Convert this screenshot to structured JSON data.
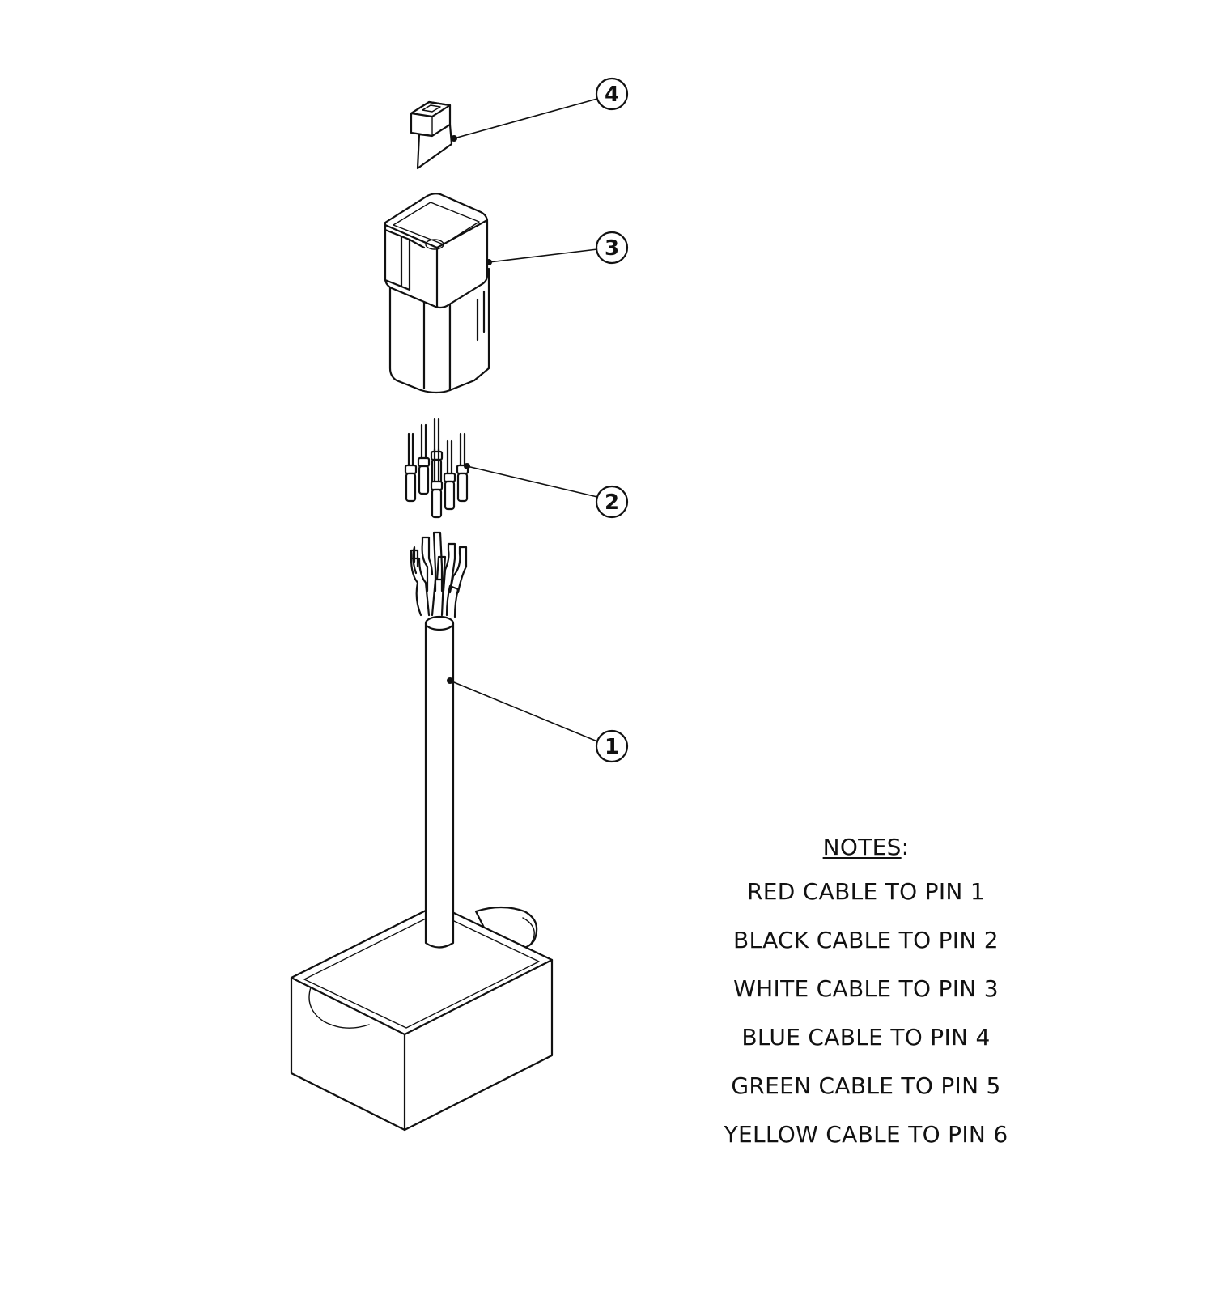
{
  "balloons": [
    {
      "id": "1",
      "label": "1"
    },
    {
      "id": "2",
      "label": "2"
    },
    {
      "id": "3",
      "label": "3"
    },
    {
      "id": "4",
      "label": "4"
    }
  ],
  "notes": {
    "heading": "NOTES",
    "heading_suffix": ":",
    "lines": [
      "RED CABLE TO PIN 1",
      "BLACK CABLE TO PIN 2",
      "WHITE CABLE TO PIN 3",
      "BLUE CABLE TO PIN 4",
      "GREEN CABLE TO PIN 5",
      "YELLOW CABLE TO PIN 6"
    ]
  }
}
